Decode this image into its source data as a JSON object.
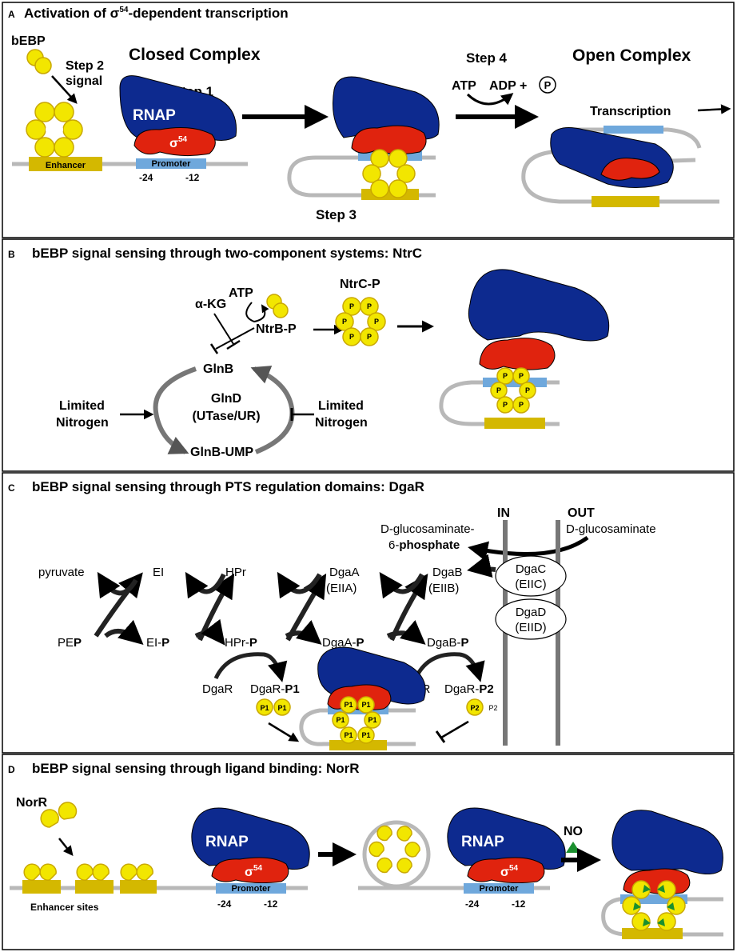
{
  "colors": {
    "rnap": "#0d2a8f",
    "sigma": "#e0230e",
    "bebp": "#f2e600",
    "bebp_stroke": "#c9a800",
    "enhancer": "#d4b800",
    "promoter": "#6fa8dc",
    "dna": "#b8b8b8",
    "ligand": "#1a8f2e"
  },
  "panelA": {
    "letter": "A",
    "title_pre": "Activation of ",
    "sigma": "σ",
    "title_sup": "54",
    "title_post": "-dependent transcription",
    "bebp": "bEBP",
    "step2a": "Step 2",
    "step2b": "signal",
    "closed": "Closed Complex",
    "step1": "Step 1",
    "rnap": "RNAP",
    "sigma54": "σ",
    "sup54": "54",
    "enhancer": "Enhancer",
    "promoter": "Promoter",
    "m24": "-24",
    "m12": "-12",
    "step3": "Step 3",
    "step4": "Step 4",
    "atp": "ATP",
    "adp": "ADP +",
    "p": "P",
    "open": "Open Complex",
    "transcription": "Transcription"
  },
  "panelB": {
    "letter": "B",
    "title": "bEBP signal sensing through two-component systems: NtrC",
    "akg": "α-KG",
    "atp": "ATP",
    "ntrbp": "NtrB-P",
    "ntrcp": "NtrC-P",
    "p": "P",
    "glnb": "GlnB",
    "glnd": "GlnD",
    "utase": "(UTase/UR)",
    "glnbump": "GlnB-UMP",
    "lim1": "Limited",
    "nit1": "Nitrogen",
    "lim2": "Limited",
    "nit2": "Nitrogen"
  },
  "panelC": {
    "letter": "C",
    "title": "bEBP signal sensing through PTS regulation domains: DgaR",
    "in": "IN",
    "out": "OUT",
    "g6p1": "D-glucosaminate-",
    "g6p2a": "6-",
    "g6p2b": "phosphate",
    "dglc": "D-glucosaminate",
    "pyruvate": "pyruvate",
    "ei": "EI",
    "hpr": "HPr",
    "dgaa": "DgaA",
    "eiia": "(EIIA)",
    "dgab": "DgaB",
    "eiib": "(EIIB)",
    "dgac": "DgaC",
    "eiic": "(EIIC)",
    "dgad": "DgaD",
    "eiid": "(EIID)",
    "pe": "PE",
    "pbold": "P",
    "eip": "EI-",
    "hprp": "HPr-",
    "dgaap": "DgaA-",
    "dgabp": "DgaB-",
    "dgar1": "DgaR",
    "dgarp1": "DgaR-",
    "p1": "P1",
    "dgar2": "DgaR",
    "dgarp2": "DgaR-",
    "p2": "P2"
  },
  "panelD": {
    "letter": "D",
    "title": "bEBP signal sensing through ligand binding: NorR",
    "norr": "NorR",
    "sites": "Enhancer sites",
    "rnap": "RNAP",
    "sigma54": "σ",
    "sup54": "54",
    "promoter": "Promoter",
    "m24": "-24",
    "m12": "-12",
    "no": "NO"
  }
}
